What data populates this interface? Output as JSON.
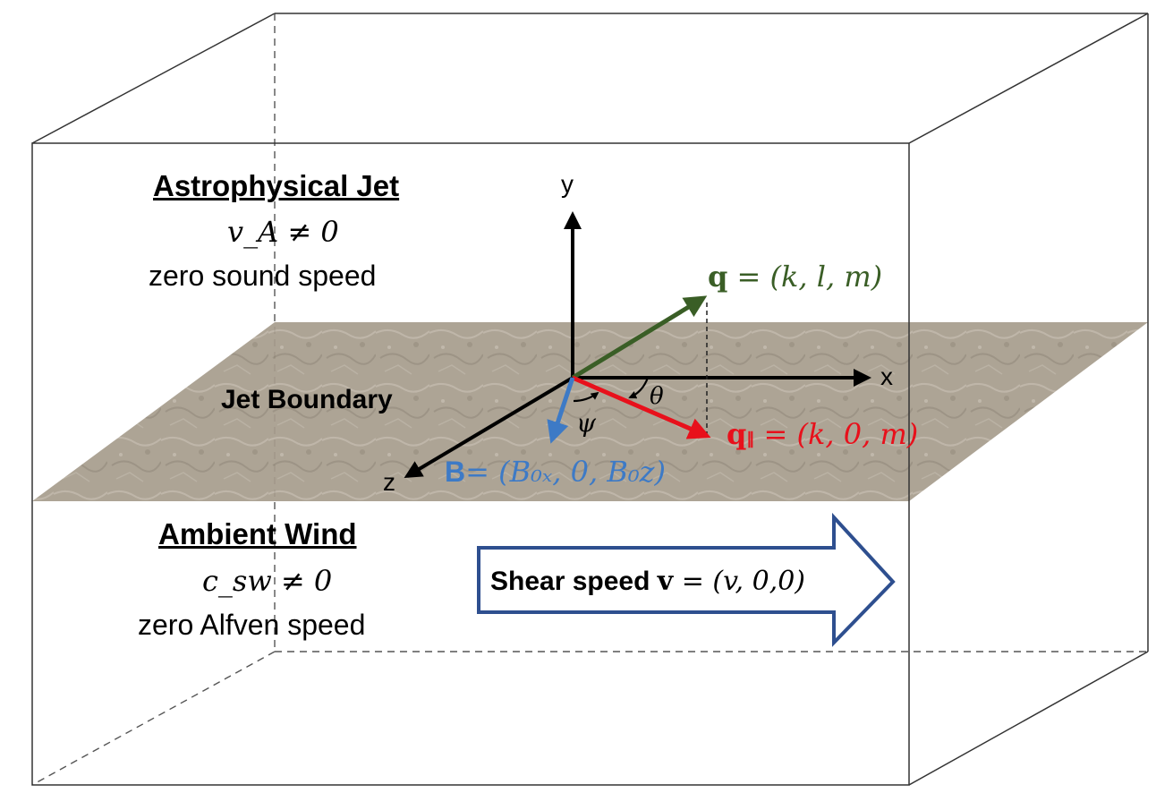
{
  "labels": {
    "jet_title": "Astrophysical Jet",
    "jet_alfven": "v_A ≠ 0",
    "jet_sound": "zero sound speed",
    "boundary": "Jet Boundary",
    "wind_title": "Ambient Wind",
    "wind_sound": "c_sw ≠ 0",
    "wind_alfven": "zero Alfven speed",
    "shear_text": "Shear speed",
    "shear_vec": "v",
    "shear_eq": " = (v, 0,0)"
  },
  "axes": {
    "x": "x",
    "y": "y",
    "z": "z"
  },
  "vectors": {
    "q_sym": "q",
    "q_eq": " = (k, l, m)",
    "qpar_sym": "q",
    "qpar_sub": "∥",
    "qpar_eq": " = (k, 0, m)",
    "b_sym": "B",
    "b_eq": "= (B₀ₓ, 0, B₀z)"
  },
  "angles": {
    "theta": "θ",
    "psi": "ψ"
  },
  "colors": {
    "q": "#3a5e26",
    "q_parallel": "#e8101b",
    "b_field": "#3d7ac6",
    "arrow_outline": "#2e4f8f",
    "boundary_plane": "#a39a8a"
  }
}
